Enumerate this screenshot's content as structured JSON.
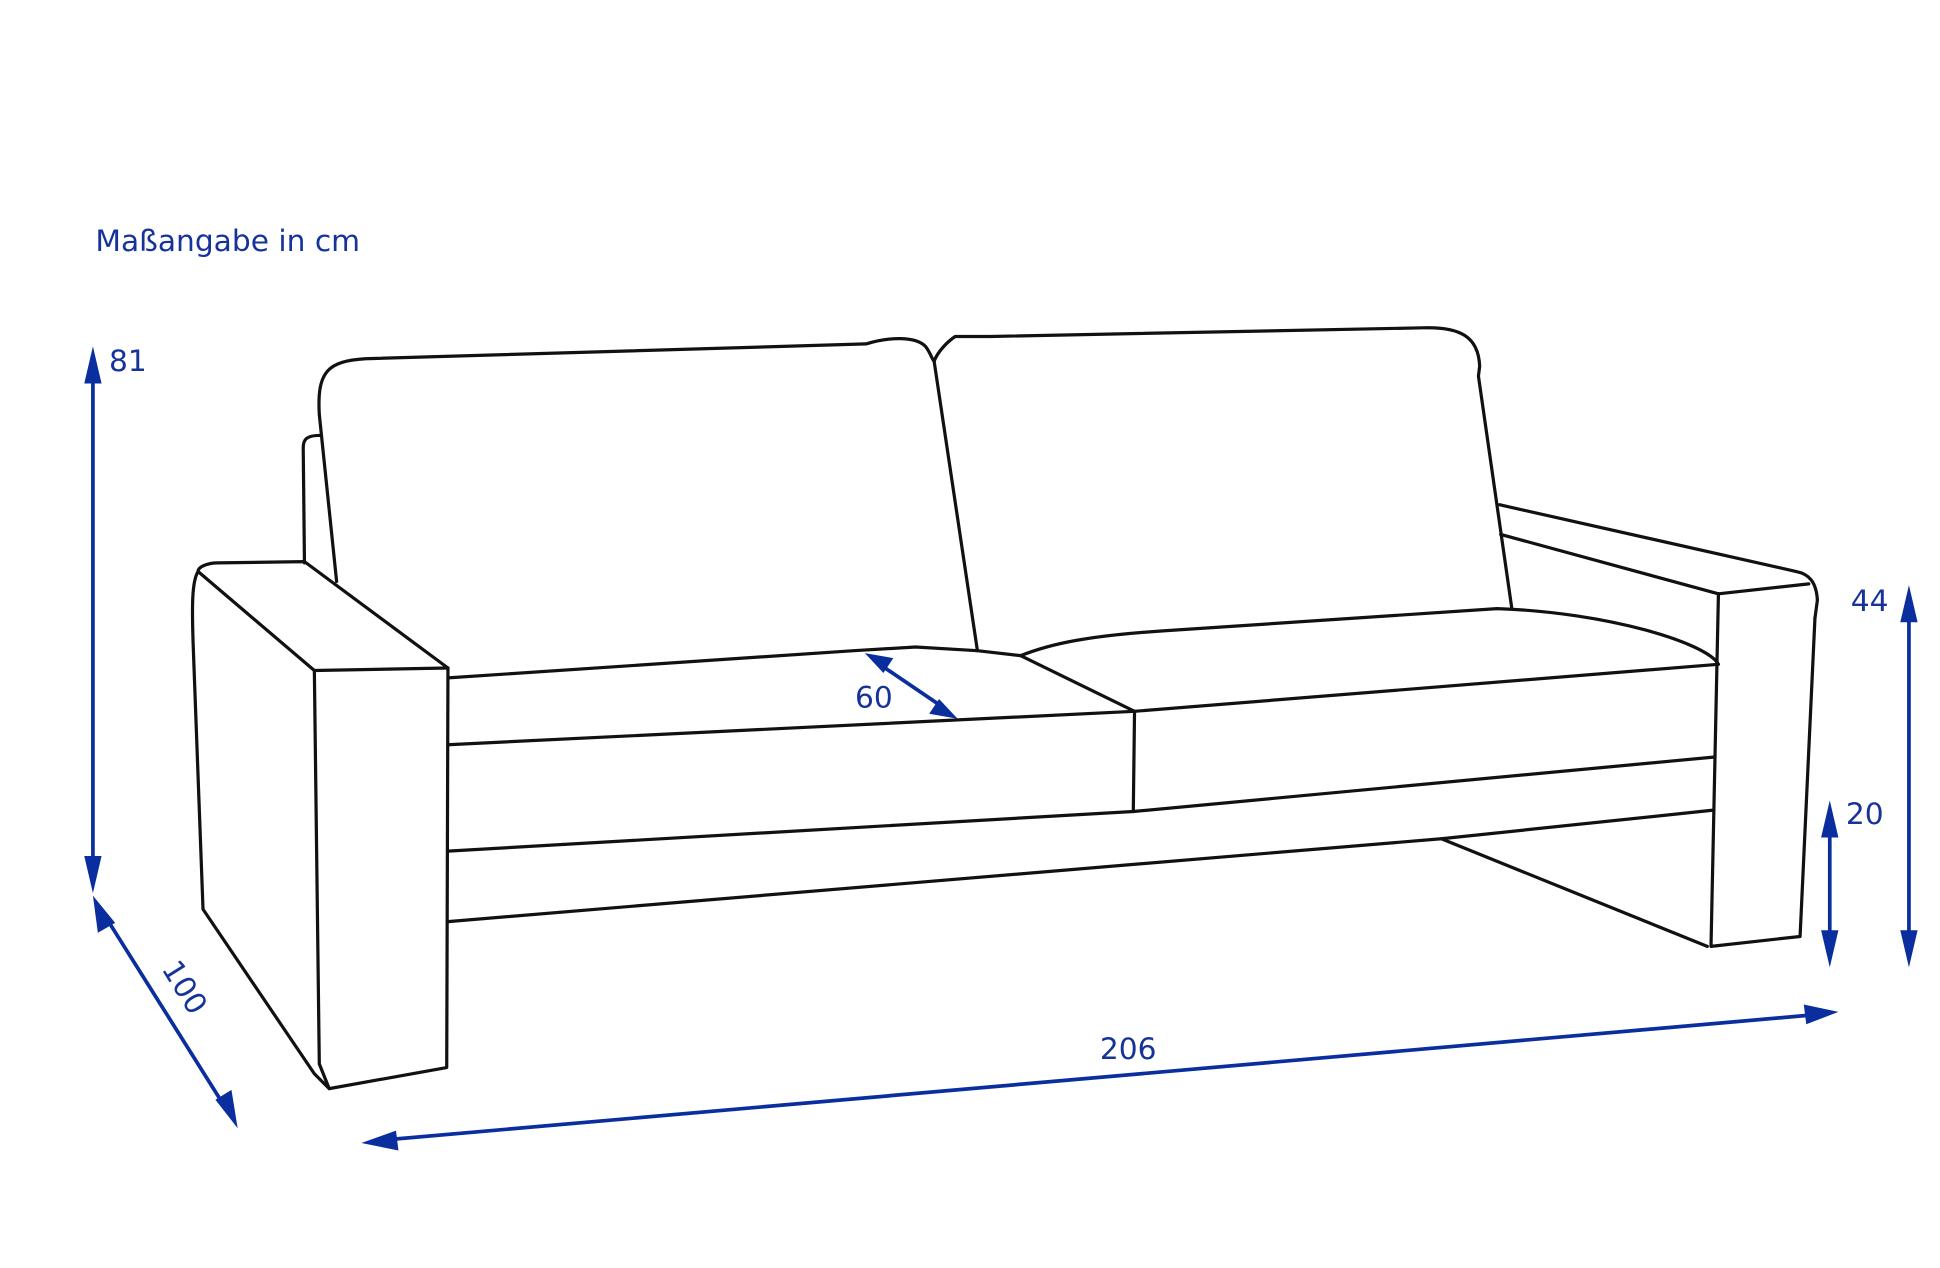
{
  "title": "Maßangabe in cm",
  "colors": {
    "dimension": "#0a2e9e",
    "outline": "#111111",
    "background": "#ffffff"
  },
  "dimensions": {
    "height_total": "81",
    "depth_total": "100",
    "width_total": "206",
    "seat_depth": "60",
    "seat_height": "44",
    "leg_clearance": "20"
  },
  "icons": {
    "sofa": "sofa-line-drawing",
    "arrow": "double-headed-dimension-arrow"
  }
}
